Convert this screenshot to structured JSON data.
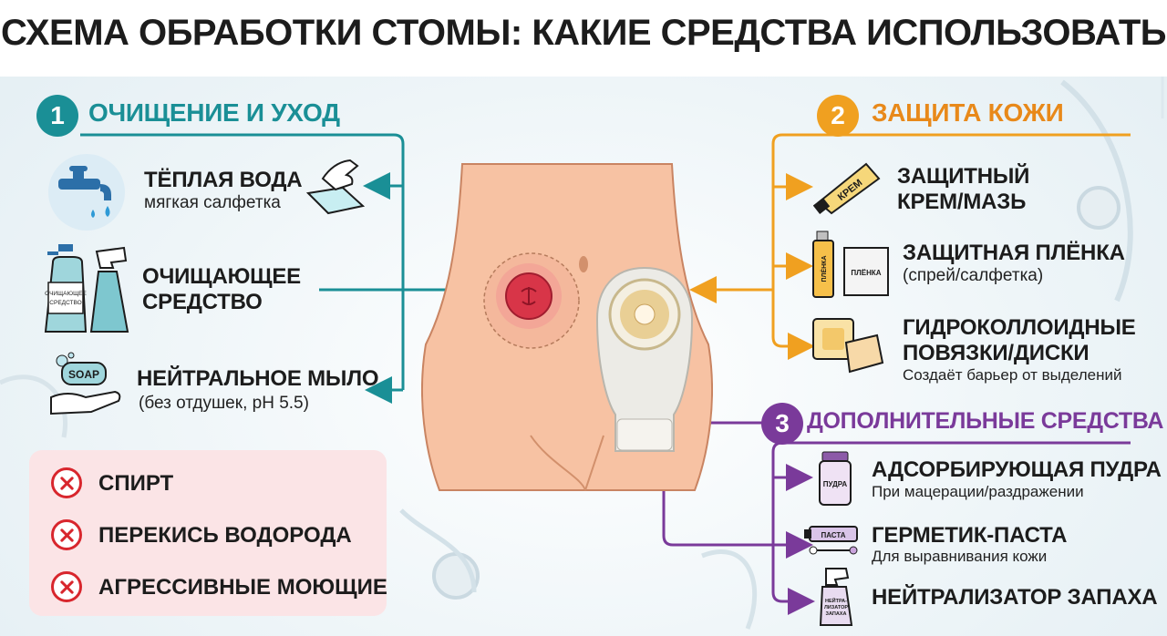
{
  "title": "СХЕМА ОБРАБОТКИ СТОМЫ: КАКИЕ СРЕДСТВА ИСПОЛЬЗОВАТЬ",
  "colors": {
    "teal": "#1a8f96",
    "orange": "#f0a020",
    "orange_text": "#e8891a",
    "purple": "#7a3a9a",
    "red": "#d8262d"
  },
  "sections": [
    {
      "number": "1",
      "title": "ОЧИЩЕНИЕ И УХОД",
      "items": [
        {
          "title": "ТЁПЛАЯ ВОДА",
          "sub": "мягкая салфетка",
          "icon": "faucet-icon"
        },
        {
          "title": "ОЧИЩАЮЩЕЕ СРЕДСТВО",
          "title_lines": [
            "ОЧИЩАЮЩЕЕ",
            "СРЕДСТВО"
          ],
          "icon": "cleanser-bottles-icon",
          "bottle_label": "ОЧИЩАЮЩЕЕ СРЕДСТВО"
        },
        {
          "title": "НЕЙТРАЛЬНОЕ МЫЛО",
          "sub": "(без отдушек, pH 5.5)",
          "icon": "soap-hand-icon",
          "soap_label": "SOAP"
        }
      ]
    },
    {
      "number": "2",
      "title": "ЗАЩИТА КОЖИ",
      "items": [
        {
          "title_lines": [
            "ЗАЩИТНЫЙ",
            "КРЕМ/МАЗЬ"
          ],
          "icon": "cream-tube-icon",
          "label": "КРЕМ"
        },
        {
          "title": "ЗАЩИТНАЯ ПЛЁНКА",
          "sub": "(спрей/салфетка)",
          "icon": "film-spray-icon",
          "label": "ПЛЁНКА"
        },
        {
          "title_lines": [
            "ГИДРОКОЛЛОИДНЫЕ",
            "ПОВЯЗКИ/ДИСКИ"
          ],
          "sub": "Создаёт барьер от выделений",
          "icon": "hydrocolloid-icon"
        }
      ]
    },
    {
      "number": "3",
      "title": "ДОПОЛНИТЕЛЬНЫЕ СРЕДСТВА",
      "items": [
        {
          "title": "АДСОРБИРУЮЩАЯ ПУДРА",
          "sub": "При мацерации/раздражении",
          "icon": "powder-jar-icon",
          "label": "ПУДРА"
        },
        {
          "title": "ГЕРМЕТИК-ПАСТА",
          "sub": "Для выравнивания кожи",
          "icon": "paste-tube-icon",
          "label": "ПАСТА"
        },
        {
          "title": "НЕЙТРАЛИЗАТОР ЗАПАХА",
          "icon": "neutralizer-spray-icon",
          "label_lines": [
            "НЕЙТРА-",
            "ЛИЗАТОР",
            "ЗАПАХА"
          ]
        }
      ]
    }
  ],
  "warnings": [
    "СПИРТ",
    "ПЕРЕКИСЬ ВОДОРОДА",
    "АГРЕССИВНЫЕ МОЮЩИЕ"
  ]
}
